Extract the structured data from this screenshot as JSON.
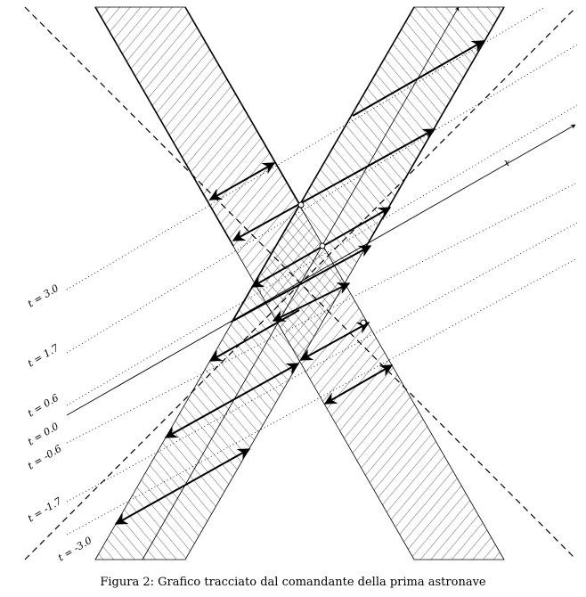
{
  "figure": {
    "caption": "Figura 2: Grafico tracciato dal comandante della prima astronave",
    "axis_label": "x",
    "time_labels": [
      "t = 3.0",
      "t = 1.7",
      "t = 0.6",
      "t = 0.0",
      "t = -0.6",
      "t = -1.7",
      "t = -3.0"
    ]
  }
}
